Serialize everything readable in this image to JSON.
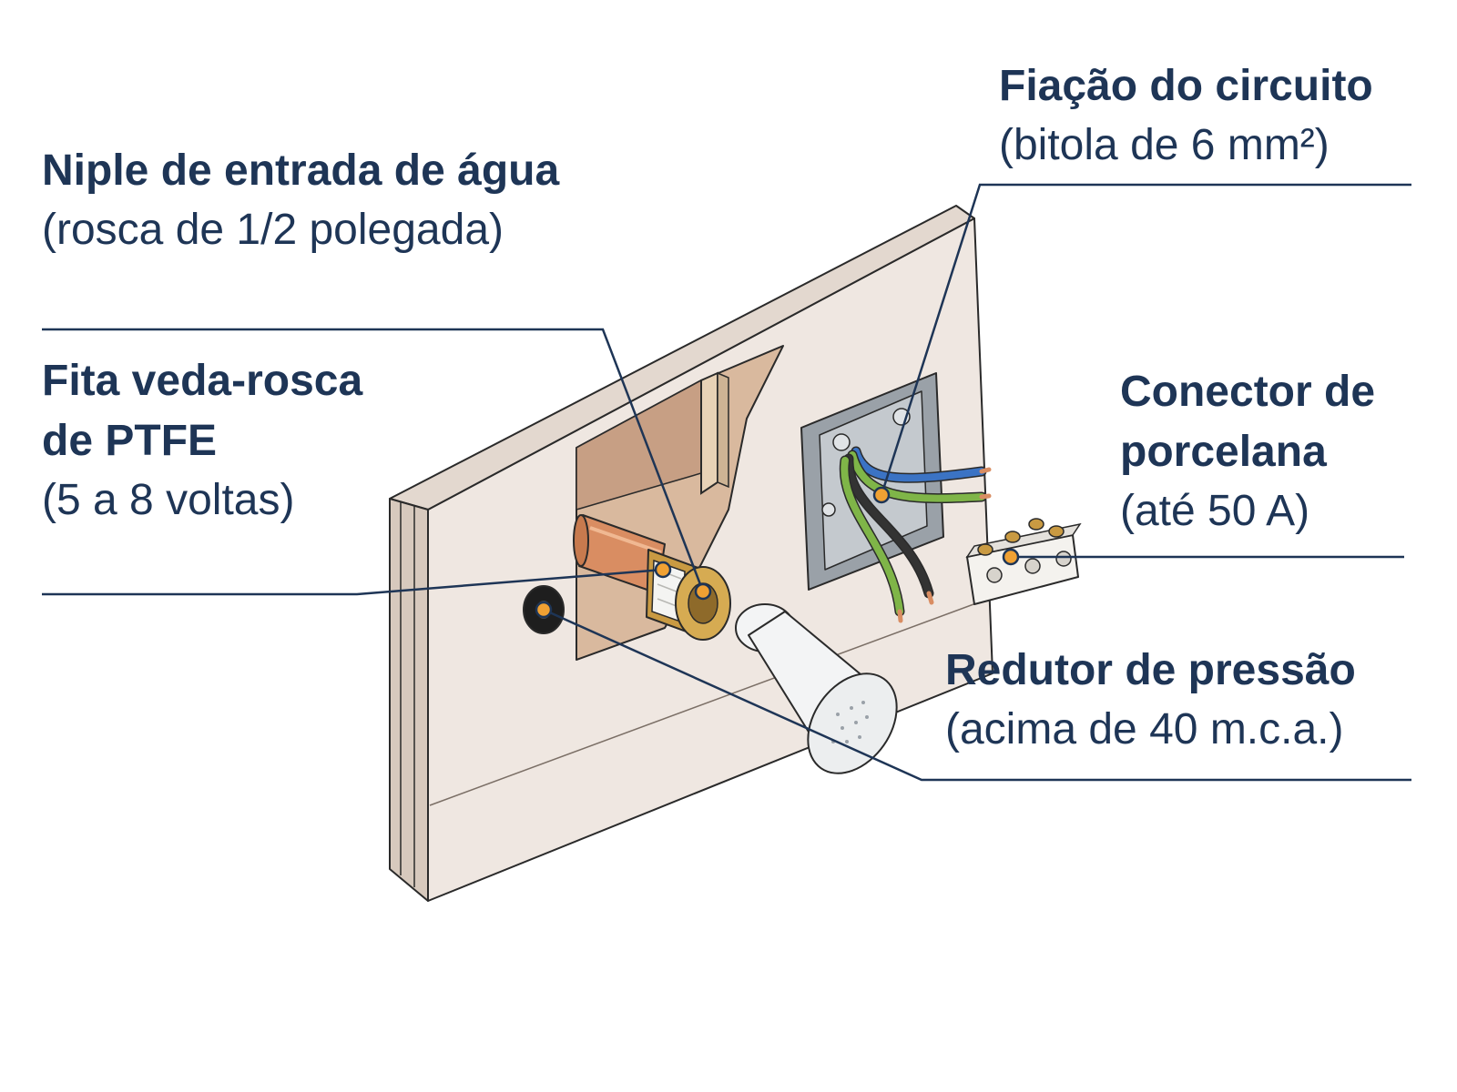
{
  "labels": {
    "nipple": {
      "title": "Niple de entrada de água",
      "detail": "(rosca de 1/2 polegada)"
    },
    "tape": {
      "title": "Fita veda-rosca de PTFE",
      "detail": "(5 a 8 voltas)"
    },
    "wiring": {
      "title": "Fiação do circuito",
      "detail": "(bitola de 6 mm²)"
    },
    "connector": {
      "title": "Conector de porcelana",
      "detail": "(até 50 A)"
    },
    "reducer": {
      "title": "Redutor de pressão",
      "detail": "(acima de 40 m.c.a.)"
    }
  },
  "colors": {
    "label_text": "#1e3556",
    "leader_line": "#1e3556",
    "marker_dot": "#f0a133",
    "wall": "#efe7e1",
    "copper": "#d98d62",
    "brass": "#c99a42",
    "wire_blue": "#3b73c4",
    "wire_green": "#7fb548",
    "wire_black": "#2a2a2a",
    "junction_box": "#9aa1a8",
    "porcelain": "#f4f2ee",
    "shower_head": "#f3f4f5"
  }
}
